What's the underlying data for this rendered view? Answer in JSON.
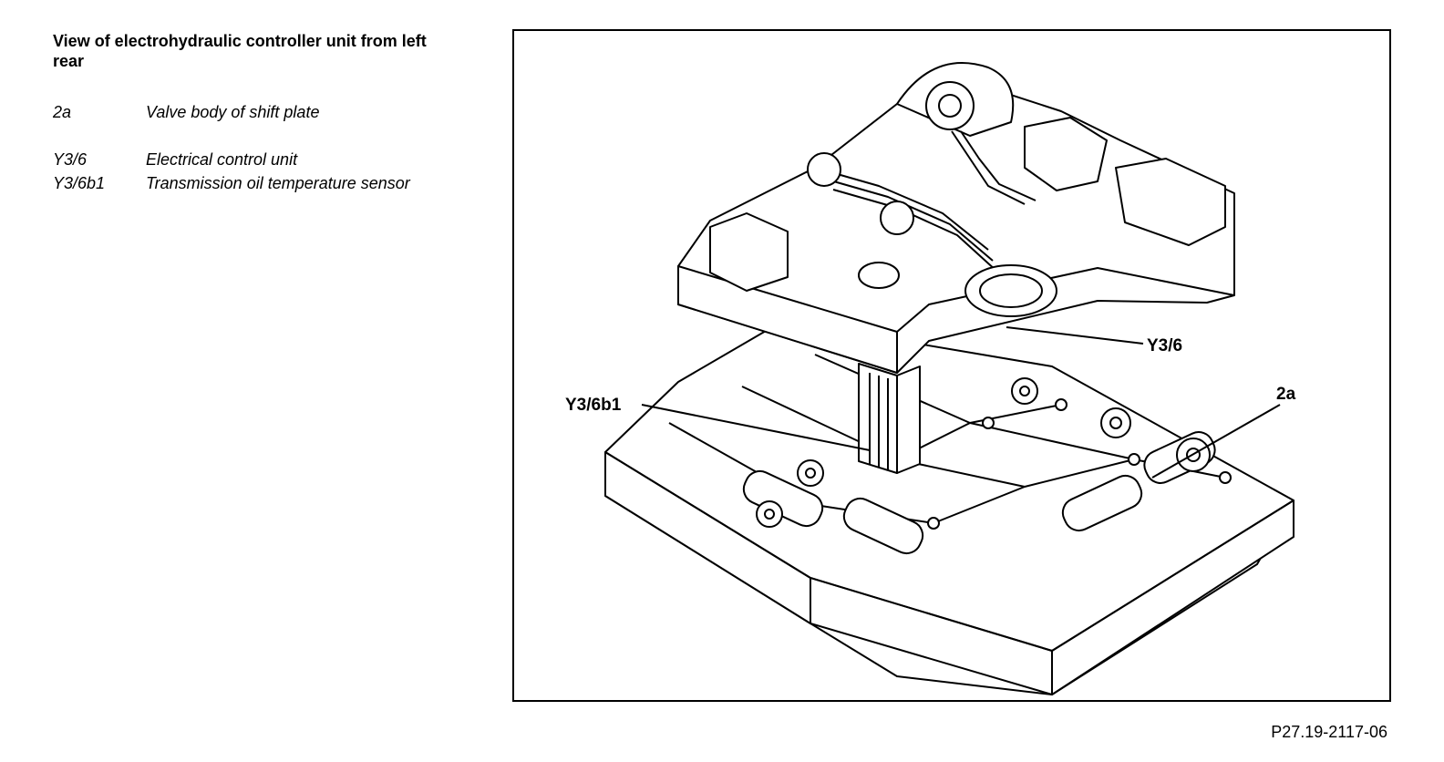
{
  "title": "View of electrohydraulic controller unit from left rear",
  "legend": [
    {
      "code": "2a",
      "description": "Valve body of shift plate"
    },
    {
      "code": "Y3/6",
      "description": "Electrical control unit"
    },
    {
      "code": "Y3/6b1",
      "description": "Transmission oil temperature sensor"
    }
  ],
  "callouts": {
    "y36": "Y3/6",
    "y36b1": "Y3/6b1",
    "c2a": "2a"
  },
  "figure_id": "P27.19-2117-06"
}
